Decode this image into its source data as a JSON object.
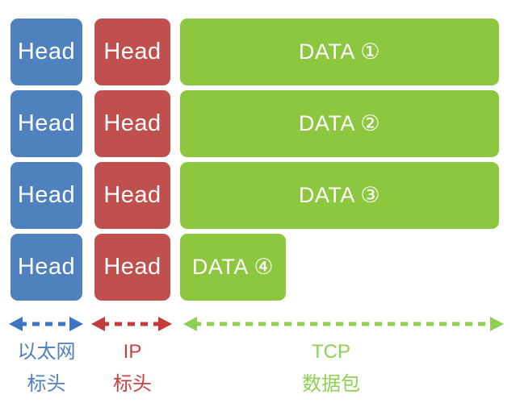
{
  "diagram": {
    "rows": [
      {
        "ethernet_head": "Head",
        "ip_head": "Head",
        "tcp_data": "DATA ①"
      },
      {
        "ethernet_head": "Head",
        "ip_head": "Head",
        "tcp_data": "DATA ②"
      },
      {
        "ethernet_head": "Head",
        "ip_head": "Head",
        "tcp_data": "DATA ③"
      },
      {
        "ethernet_head": "Head",
        "ip_head": "Head",
        "tcp_data": "DATA ④"
      }
    ],
    "legend": {
      "ethernet": {
        "line1": "以太网",
        "line2": "标头"
      },
      "ip": {
        "line1": "IP",
        "line2": "标头"
      },
      "tcp": {
        "line1": "TCP",
        "line2": "数据包"
      }
    }
  },
  "colors": {
    "ethernet_box": "#4E81BD",
    "ip_box": "#C0504D",
    "tcp_box": "#8DC63F",
    "ethernet_arrow": "#3D74C4",
    "ip_arrow": "#C43C3A",
    "tcp_arrow": "#8ED053",
    "ethernet_label": "#4E81BD",
    "ip_label": "#C5423F",
    "tcp_label": "#8ED053",
    "box_text": "#FFFFFF"
  }
}
